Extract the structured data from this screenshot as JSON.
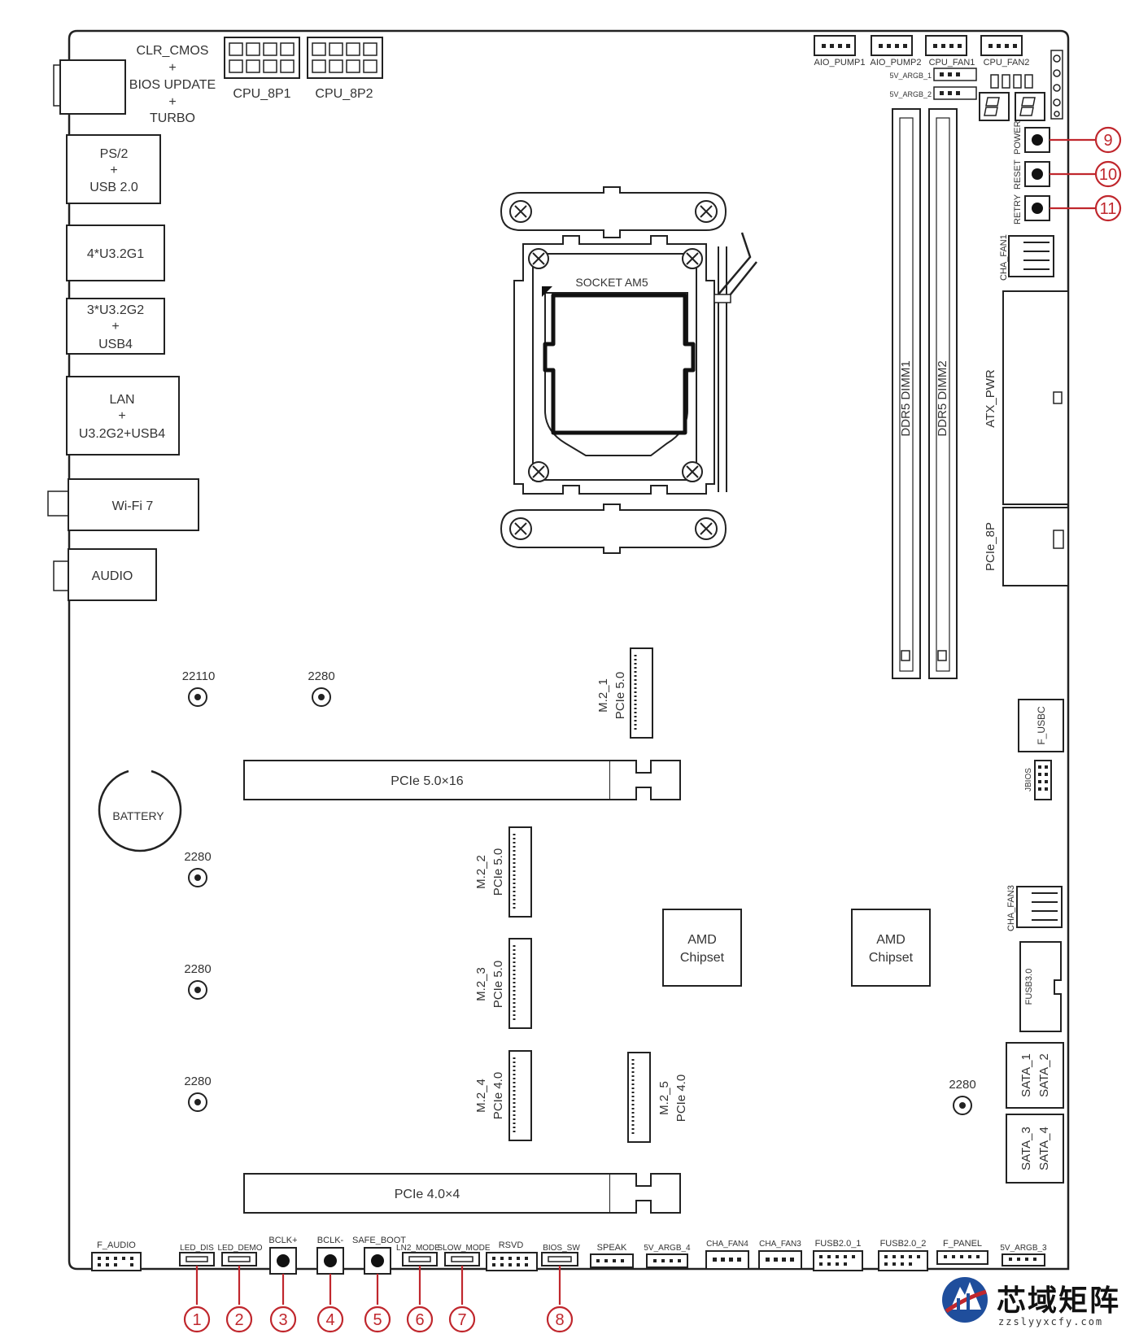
{
  "rear_io": {
    "clr_cmos": "CLR_CMOS",
    "plus": "+",
    "bios_update": "BIOS UPDATE",
    "turbo": "TURBO",
    "ps2": "PS/2",
    "usb20": "USB 2.0",
    "u32g1": "4*U3.2G1",
    "u32g2": "3*U3.2G2",
    "usb4": "USB4",
    "lan": "LAN",
    "lan_usb": "U3.2G2+USB4",
    "wifi": "Wi-Fi 7",
    "audio": "AUDIO"
  },
  "power": {
    "cpu_8p1": "CPU_8P1",
    "cpu_8p2": "CPU_8P2",
    "atx_pwr": "ATX_PWR",
    "pcie_8p": "PCIe_8P"
  },
  "top_headers": {
    "aio_pump1": "AIO_PUMP1",
    "aio_pump2": "AIO_PUMP2",
    "cpu_fan1": "CPU_FAN1",
    "cpu_fan2": "CPU_FAN2",
    "argb1": "5V_ARGB_1",
    "argb2": "5V_ARGB_2"
  },
  "buttons": {
    "power": "POWER",
    "reset": "RESET",
    "retry": "RETRY"
  },
  "cpu": {
    "socket": "SOCKET AM5",
    "dimm1": "DDR5 DIMM1",
    "dimm2": "DDR5 DIMM2"
  },
  "right_headers": {
    "cha_fan1": "CHA_FAN1",
    "f_usbc": "F_USBC",
    "jbios": "JBIOS",
    "cha_fan3": "CHA_FAN3",
    "fusb30": "FUSB3.0",
    "sata12a": "SATA_1",
    "sata12b": "SATA_2",
    "sata34a": "SATA_3",
    "sata34b": "SATA_4"
  },
  "m2": {
    "m2_1": "M.2_1",
    "m2_1_gen": "PCIe 5.0",
    "m2_2": "M.2_2",
    "m2_2_gen": "PCIe 5.0",
    "m2_3": "M.2_3",
    "m2_3_gen": "PCIe 5.0",
    "m2_4": "M.2_4",
    "m2_4_gen": "PCIe 4.0",
    "m2_5": "M.2_5",
    "m2_5_gen": "PCIe 4.0"
  },
  "standoffs": {
    "s22110": "22110",
    "s2280": "2280"
  },
  "slots": {
    "pcie5x16": "PCIe 5.0×16",
    "pcie4x4": "PCIe 4.0×4"
  },
  "misc": {
    "battery": "BATTERY",
    "chipset_a1": "AMD",
    "chipset_a2": "Chipset",
    "chipset_b1": "AMD",
    "chipset_b2": "Chipset"
  },
  "bottom_headers": {
    "f_audio": "F_AUDIO",
    "led_dis": "LED_DIS",
    "led_demo": "LED_DEMO",
    "bclk_plus": "BCLK+",
    "bclk_minus": "BCLK-",
    "safe_boot": "SAFE_BOOT",
    "ln2_mode": "LN2_MODE",
    "slow_mode": "SLOW_MODE",
    "rsvd": "RSVD",
    "bios_sw": "BIOS_SW",
    "speak": "SPEAK",
    "argb4": "5V_ARGB_4",
    "cha_fan4": "CHA_FAN4",
    "cha_fan3b": "CHA_FAN3",
    "fusb20_1": "FUSB2.0_1",
    "fusb20_2": "FUSB2.0_2",
    "f_panel": "F_PANEL",
    "argb3": "5V_ARGB_3"
  },
  "callouts": [
    "1",
    "2",
    "3",
    "4",
    "5",
    "6",
    "7",
    "8",
    "9",
    "10",
    "11"
  ],
  "brand": {
    "name": "芯域矩阵",
    "url": "zzslyyxcfy.com"
  },
  "colors": {
    "line": "#222222",
    "callout": "#c0272d",
    "text": "#333333",
    "brand_blue": "#1f4e9c",
    "brand_red": "#c0272d"
  }
}
